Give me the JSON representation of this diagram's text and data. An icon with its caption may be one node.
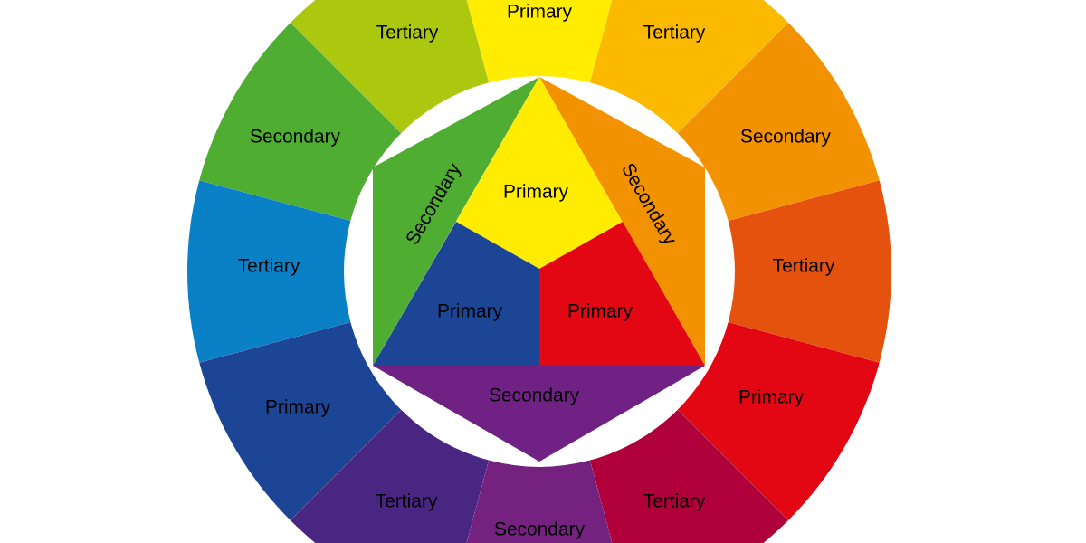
{
  "diagram": {
    "nodes": [
      {
        "text": [
          "Primary"
        ]
      },
      {
        "text": [
          "Tertiary"
        ]
      },
      {
        "text": [
          "Tertiary"
        ]
      },
      {
        "text": [
          "Secondary"
        ]
      },
      {
        "text": [
          "Secondary"
        ]
      },
      {
        "text": [
          "Secondary"
        ]
      },
      {
        "text": [
          "Primary"
        ]
      },
      {
        "text": [
          "Secondary"
        ]
      },
      {
        "text": [
          "Tertiary"
        ]
      },
      {
        "text": [
          "Tertiary"
        ]
      },
      {
        "text": [
          "Primary"
        ]
      },
      {
        "text": [
          "Primary"
        ]
      },
      {
        "text": [
          "Primary"
        ]
      },
      {
        "text": [
          "Secondary"
        ]
      },
      {
        "text": [
          "Primary"
        ]
      },
      {
        "text": [
          "Tertiary"
        ]
      },
      {
        "text": [
          "Tertiary"
        ]
      },
      {
        "text": [
          "Secondary"
        ]
      }
    ]
  }
}
